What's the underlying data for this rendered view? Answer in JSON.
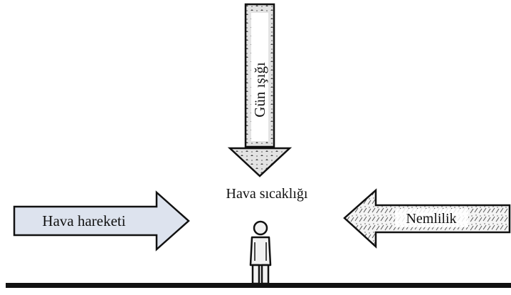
{
  "labels": {
    "sunlight": "Gün ışığı",
    "air_movement": "Hava hareketi",
    "humidity": "Nemlilik",
    "air_temperature": "Hava sıcaklığı"
  },
  "colors": {
    "outline": "#111111",
    "arrow_fill_sunlight": "#d9d9d9",
    "arrow_fill_air": "#dde3ee",
    "arrow_fill_humidity": "#f2f2f2",
    "ground": "#111111"
  },
  "icons": {
    "person": "person-figure-icon"
  }
}
